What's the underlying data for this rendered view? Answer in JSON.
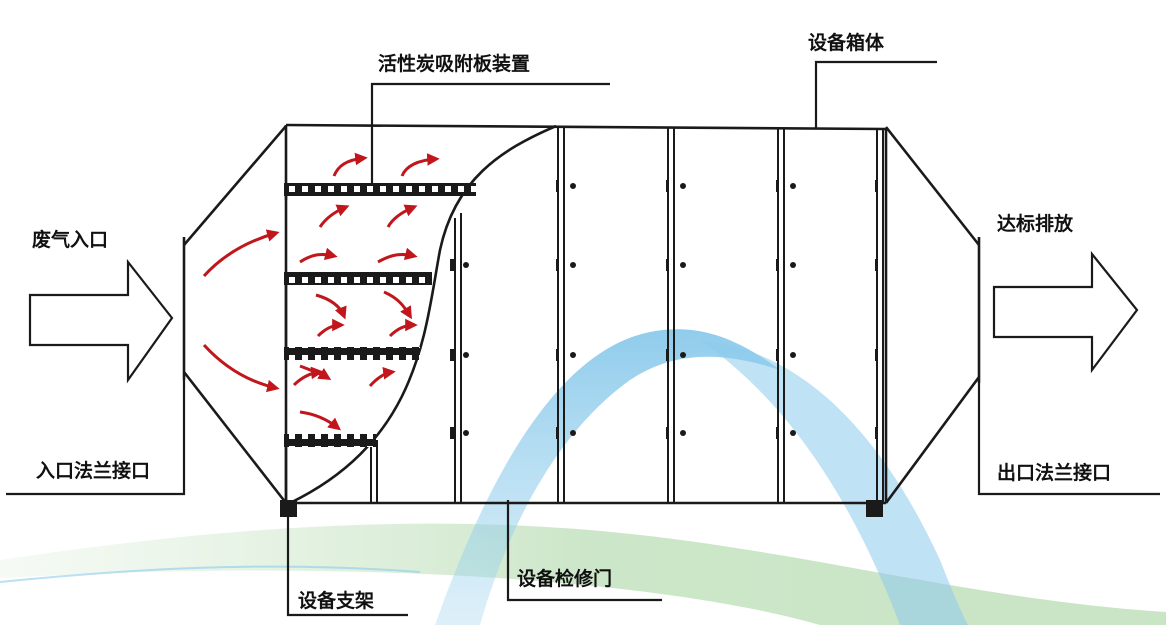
{
  "labels": {
    "carbon_plate_device": "活性炭吸附板装置",
    "housing": "设备箱体",
    "exhaust_inlet": "废气入口",
    "discharge": "达标排放",
    "inlet_flange": "入口法兰接口",
    "outlet_flange": "出口法兰接口",
    "support": "设备支架",
    "access_door": "设备检修门"
  },
  "colors": {
    "line": "#1a1a1a",
    "airflow_arrow": "#c0161c",
    "watermark_blue": "#7cc3e8",
    "watermark_green": "#b7dcb2"
  }
}
